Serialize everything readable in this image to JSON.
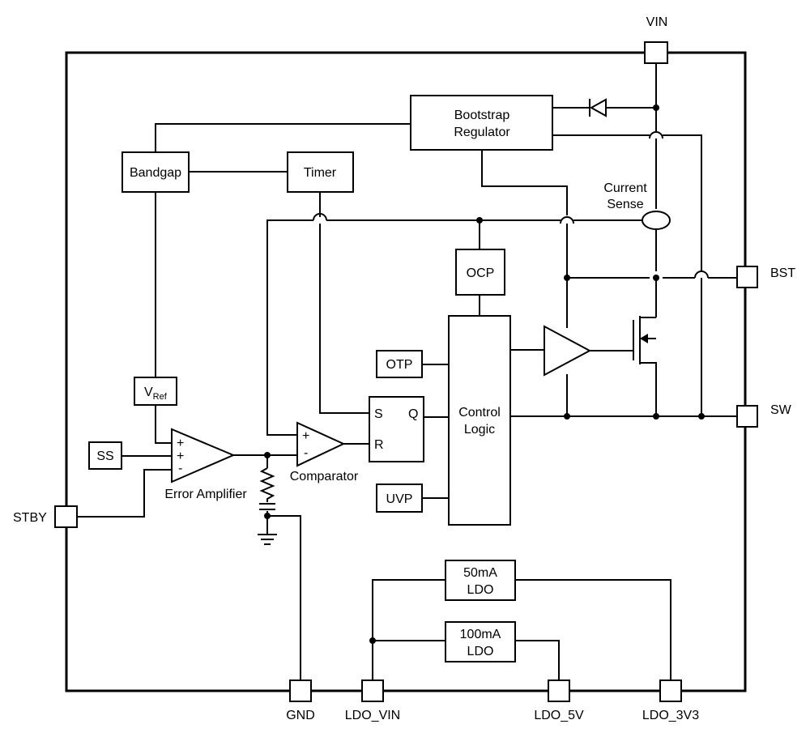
{
  "blocks": {
    "bootstrap_line1": "Bootstrap",
    "bootstrap_line2": "Regulator",
    "bandgap": "Bandgap",
    "timer": "Timer",
    "ocp": "OCP",
    "otp": "OTP",
    "uvp": "UVP",
    "vref_main": "V",
    "vref_sub": "Ref",
    "ss": "SS",
    "control_line1": "Control",
    "control_line2": "Logic",
    "ldo50_line1": "50mA",
    "ldo50_line2": "LDO",
    "ldo100_line1": "100mA",
    "ldo100_line2": "LDO"
  },
  "labels": {
    "current_sense_line1": "Current",
    "current_sense_line2": "Sense",
    "error_amplifier": "Error Amplifier",
    "comparator": "Comparator",
    "ea_plus1": "+",
    "ea_plus2": "+",
    "ea_minus": "-",
    "cmp_plus": "+",
    "cmp_minus": "-",
    "sr_s": "S",
    "sr_q": "Q",
    "sr_r": "R"
  },
  "pins": {
    "vin": "VIN",
    "bst": "BST",
    "sw": "SW",
    "stby": "STBY",
    "gnd": "GND",
    "ldo_vin": "LDO_VIN",
    "ldo_5v": "LDO_5V",
    "ldo_3v3": "LDO_3V3"
  }
}
